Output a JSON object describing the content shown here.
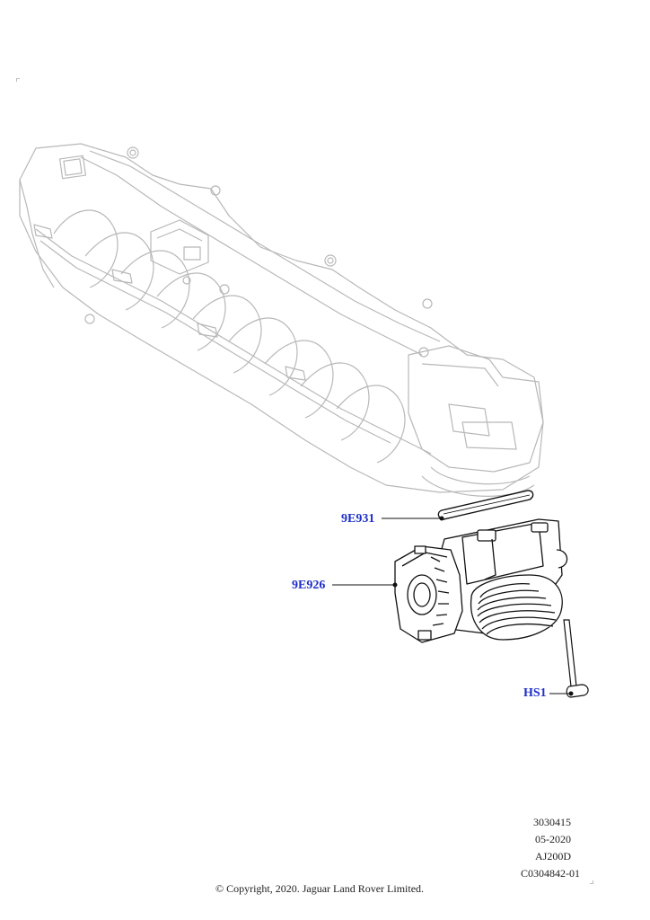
{
  "callouts": {
    "gasket": "9E931",
    "throttle_body": "9E926",
    "bolt": "HS1"
  },
  "meta": {
    "line1": "3030415",
    "line2": "05-2020",
    "line3": "AJ200D",
    "line4": "C0304842-01"
  },
  "copyright": "© Copyright, 2020. Jaguar Land Rover Limited.",
  "colors": {
    "callout": "#1f2fc8",
    "ghost_line": "#b8b8b8",
    "part_line": "#111111"
  }
}
